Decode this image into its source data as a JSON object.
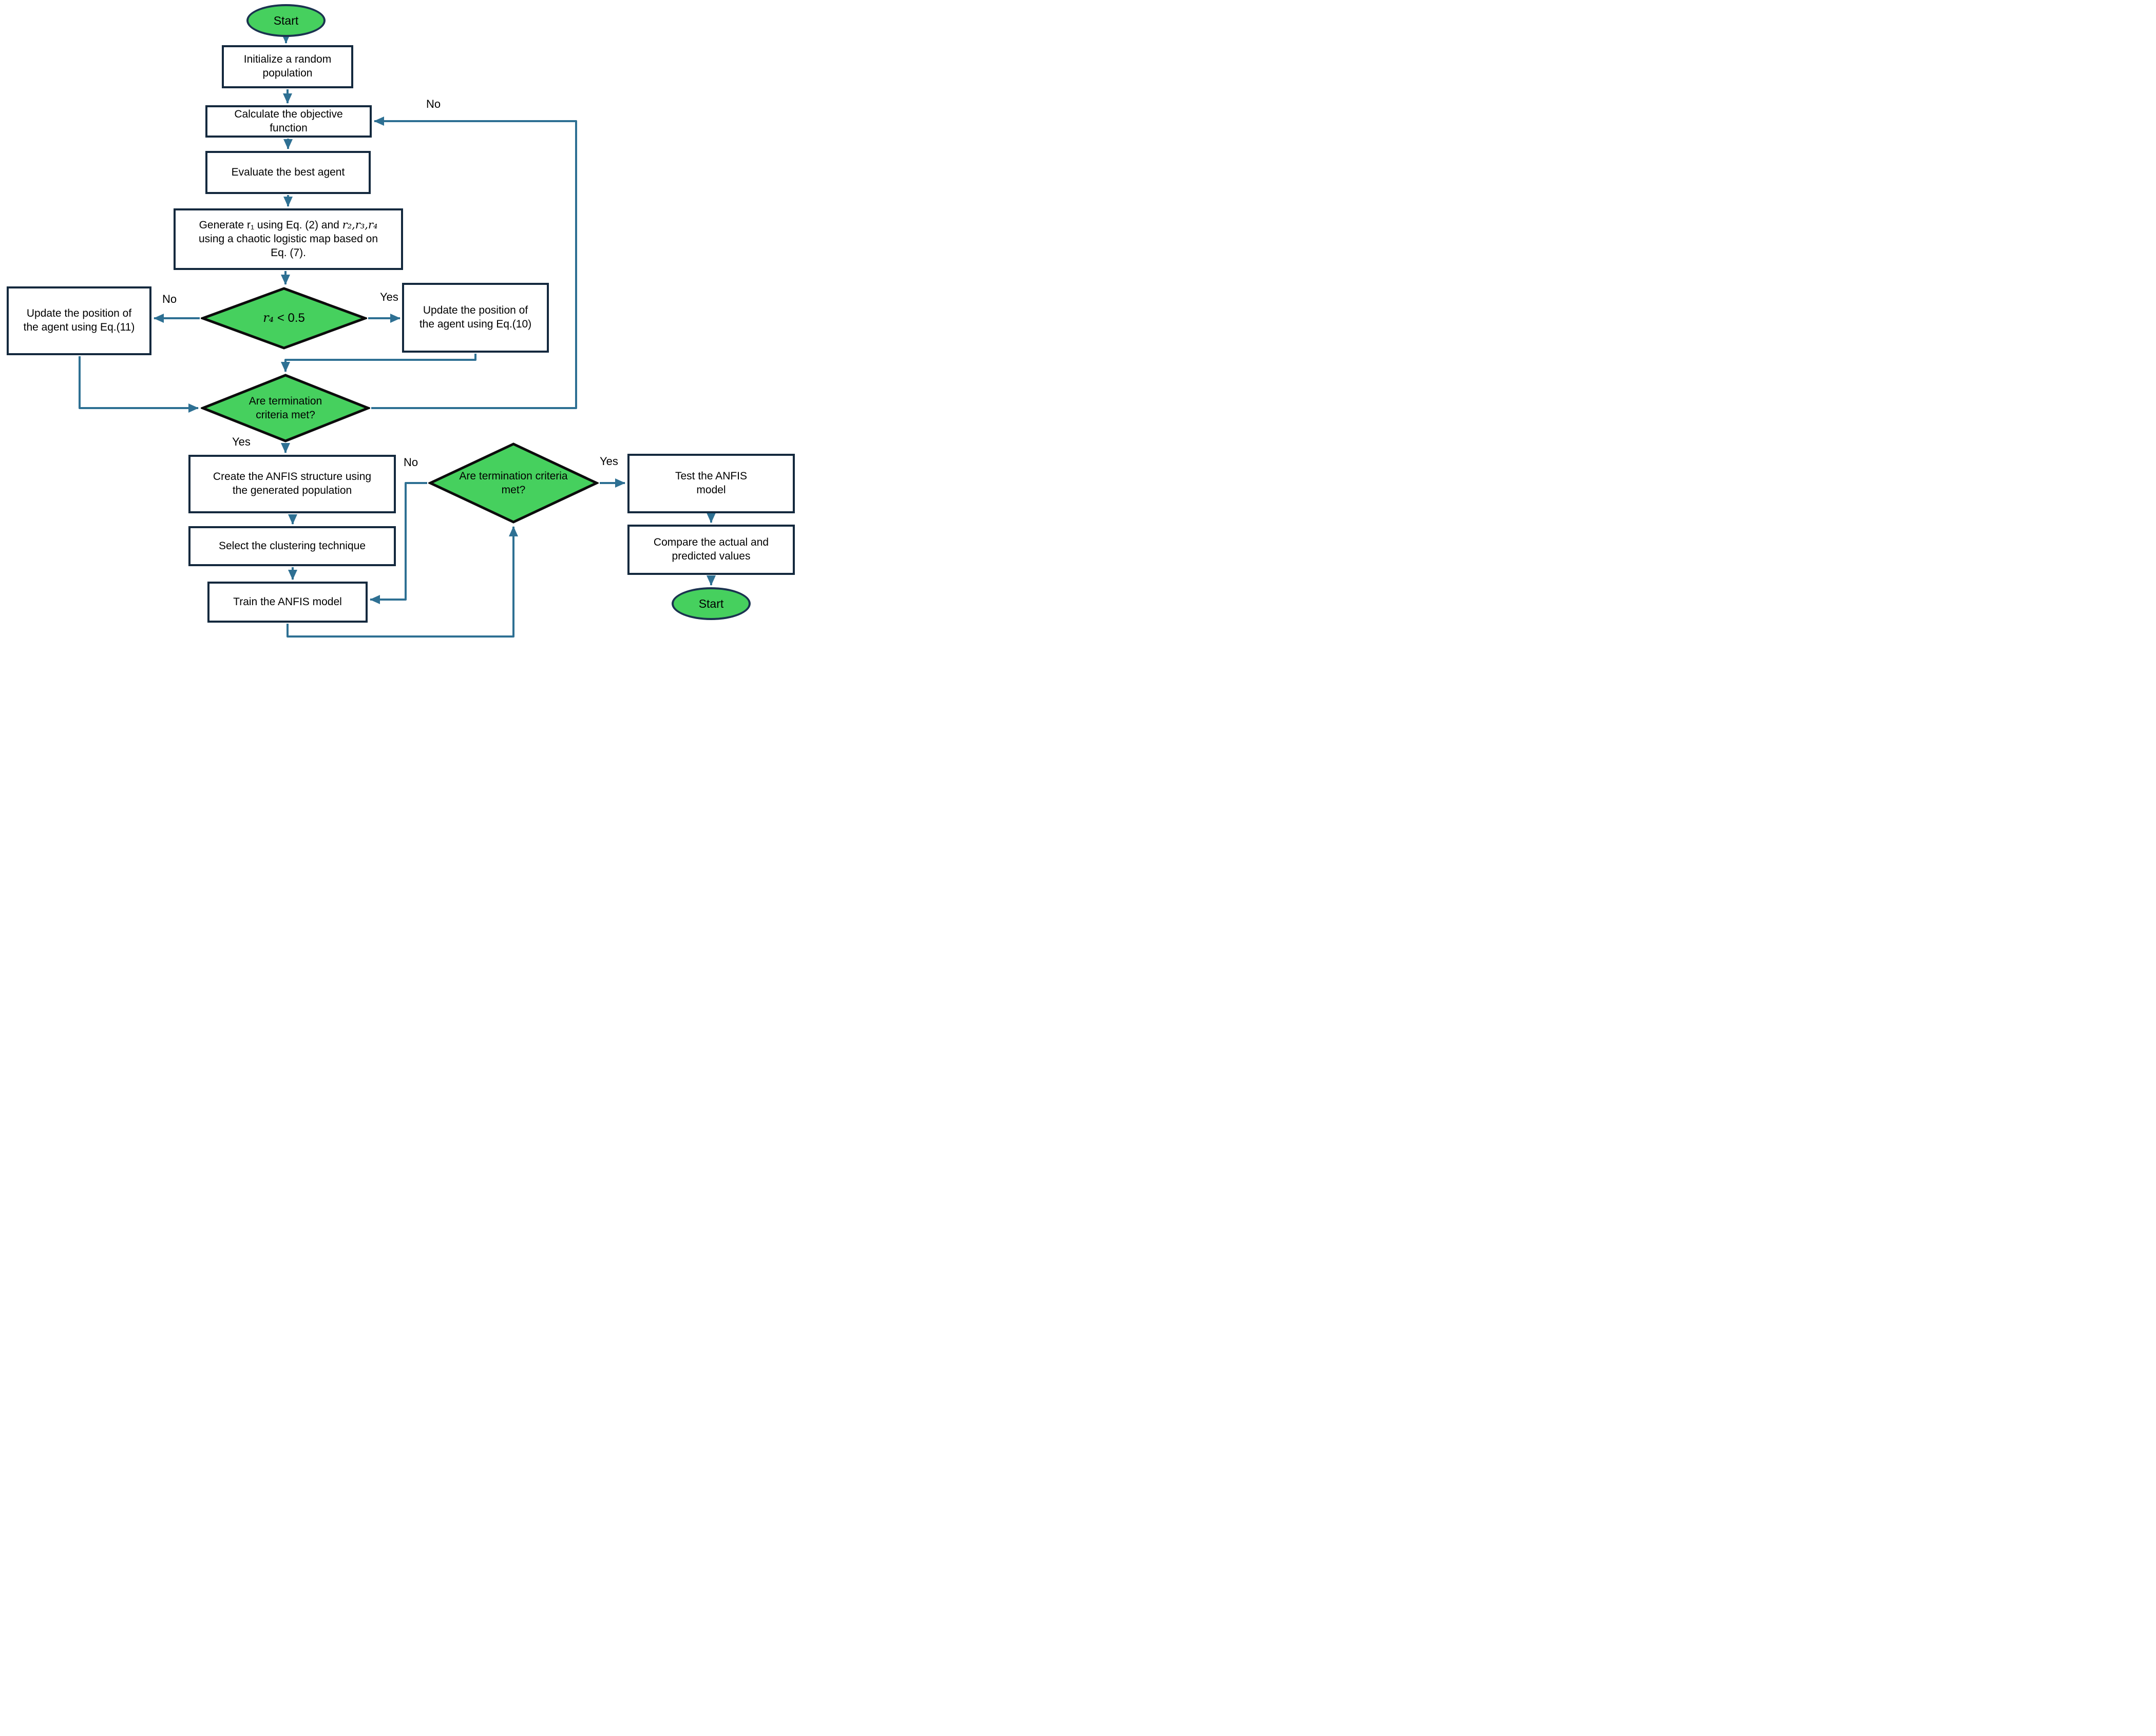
{
  "flowchart": {
    "colors": {
      "node_fill_green": "#46d05e",
      "box_border": "#14293e",
      "ellipse_border": "#1b3350",
      "diamond_border": "#0c0c0c",
      "arrow": "#2e7093",
      "text": "#000000",
      "background": "#ffffff"
    },
    "nodes": {
      "start_top": {
        "label": "Start"
      },
      "initialize": {
        "line1": "Initialize a random",
        "line2": "population"
      },
      "calculate": {
        "line1": "Calculate the objective",
        "line2": "function"
      },
      "evaluate": {
        "label": "Evaluate the best agent"
      },
      "generate": {
        "line1_plain": "Generate r₁ using Eq. (2) and ",
        "line1_math": "r₂,r₃,r₄",
        "line2": "using a chaotic logistic map based on",
        "line3": "Eq. (7)."
      },
      "r4_decision": {
        "var": "r₄",
        "condition": " < 0.5"
      },
      "update_eq11": {
        "line1": "Update the position of",
        "line2": "the agent using Eq.(11)"
      },
      "update_eq10": {
        "line1": "Update the position of",
        "line2": "the agent using Eq.(10)"
      },
      "termination1": {
        "line1": "Are termination",
        "line2": "criteria met?"
      },
      "create_anfis": {
        "line1": "Create the ANFIS structure using",
        "line2": "the generated population"
      },
      "select_clustering": {
        "label": "Select the clustering technique"
      },
      "train_anfis": {
        "label": "Train the ANFIS model"
      },
      "termination2": {
        "line1": "Are termination criteria",
        "line2": "met?"
      },
      "test_anfis": {
        "line1": "Test the ANFIS",
        "line2": "model"
      },
      "compare": {
        "line1": "Compare the actual and",
        "line2": "predicted values"
      },
      "end_bottom": {
        "label": "Start"
      }
    },
    "edge_labels": {
      "no_top": "No",
      "no_r4": "No",
      "yes_r4": "Yes",
      "yes_term1": "Yes",
      "no_term2": "No",
      "yes_term2": "Yes"
    }
  }
}
